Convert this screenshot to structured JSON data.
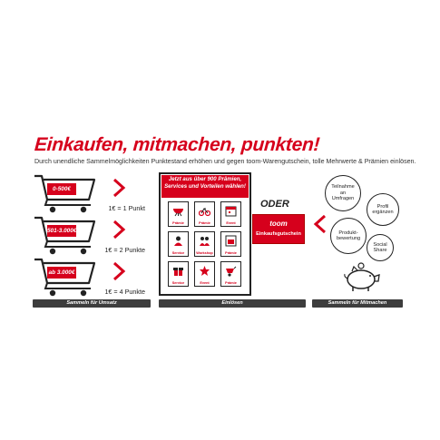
{
  "headline": "Einkaufen, mitmachen, punkten!",
  "subtitle": "Durch unendliche Sammelmöglichkeiten Punktestand erhöhen und gegen toom-Warengutschein, tolle Mehrwerte & Prämien einlösen.",
  "carts": [
    {
      "label": "0-500€",
      "rate": "1€ = 1 Punkt"
    },
    {
      "label": "501-3.000€",
      "rate": "1€ = 2 Punkte"
    },
    {
      "label": "ab 3.000€",
      "rate": "1€ = 4 Punkte"
    }
  ],
  "bars": {
    "umsatz": "Sammeln für Umsatz",
    "einloesen": "Einlösen",
    "mitmachen": "Sammeln für Mitmachen"
  },
  "panel": {
    "headline_line1": "Jetzt aus über 900 Prämien,",
    "headline_line2": "Services und Vorteilen wählen!",
    "tiles": [
      {
        "icon": "grill-icon",
        "label": "Prämie"
      },
      {
        "icon": "bicycle-icon",
        "label": "Prämie"
      },
      {
        "icon": "calendar-icon",
        "label": "Event"
      },
      {
        "icon": "service-icon",
        "label": "Service"
      },
      {
        "icon": "workshop-icon",
        "label": "Workshop"
      },
      {
        "icon": "oven-icon",
        "label": "Prämie"
      },
      {
        "icon": "gift-icon",
        "label": "Service"
      },
      {
        "icon": "event-icon",
        "label": "Event"
      },
      {
        "icon": "wheelbarrow-icon",
        "label": "Prämie"
      }
    ]
  },
  "oder": "ODER",
  "voucher": {
    "logo": "toom",
    "text": "Einkaufsgutschein"
  },
  "bubbles": [
    "Teilnahme\nan\nUmfragen",
    "Profil\nergänzen",
    "Produkt-\nbewertung",
    "Social\nShare"
  ],
  "colors": {
    "accent": "#d6001c",
    "bar": "#3d3d3d"
  }
}
